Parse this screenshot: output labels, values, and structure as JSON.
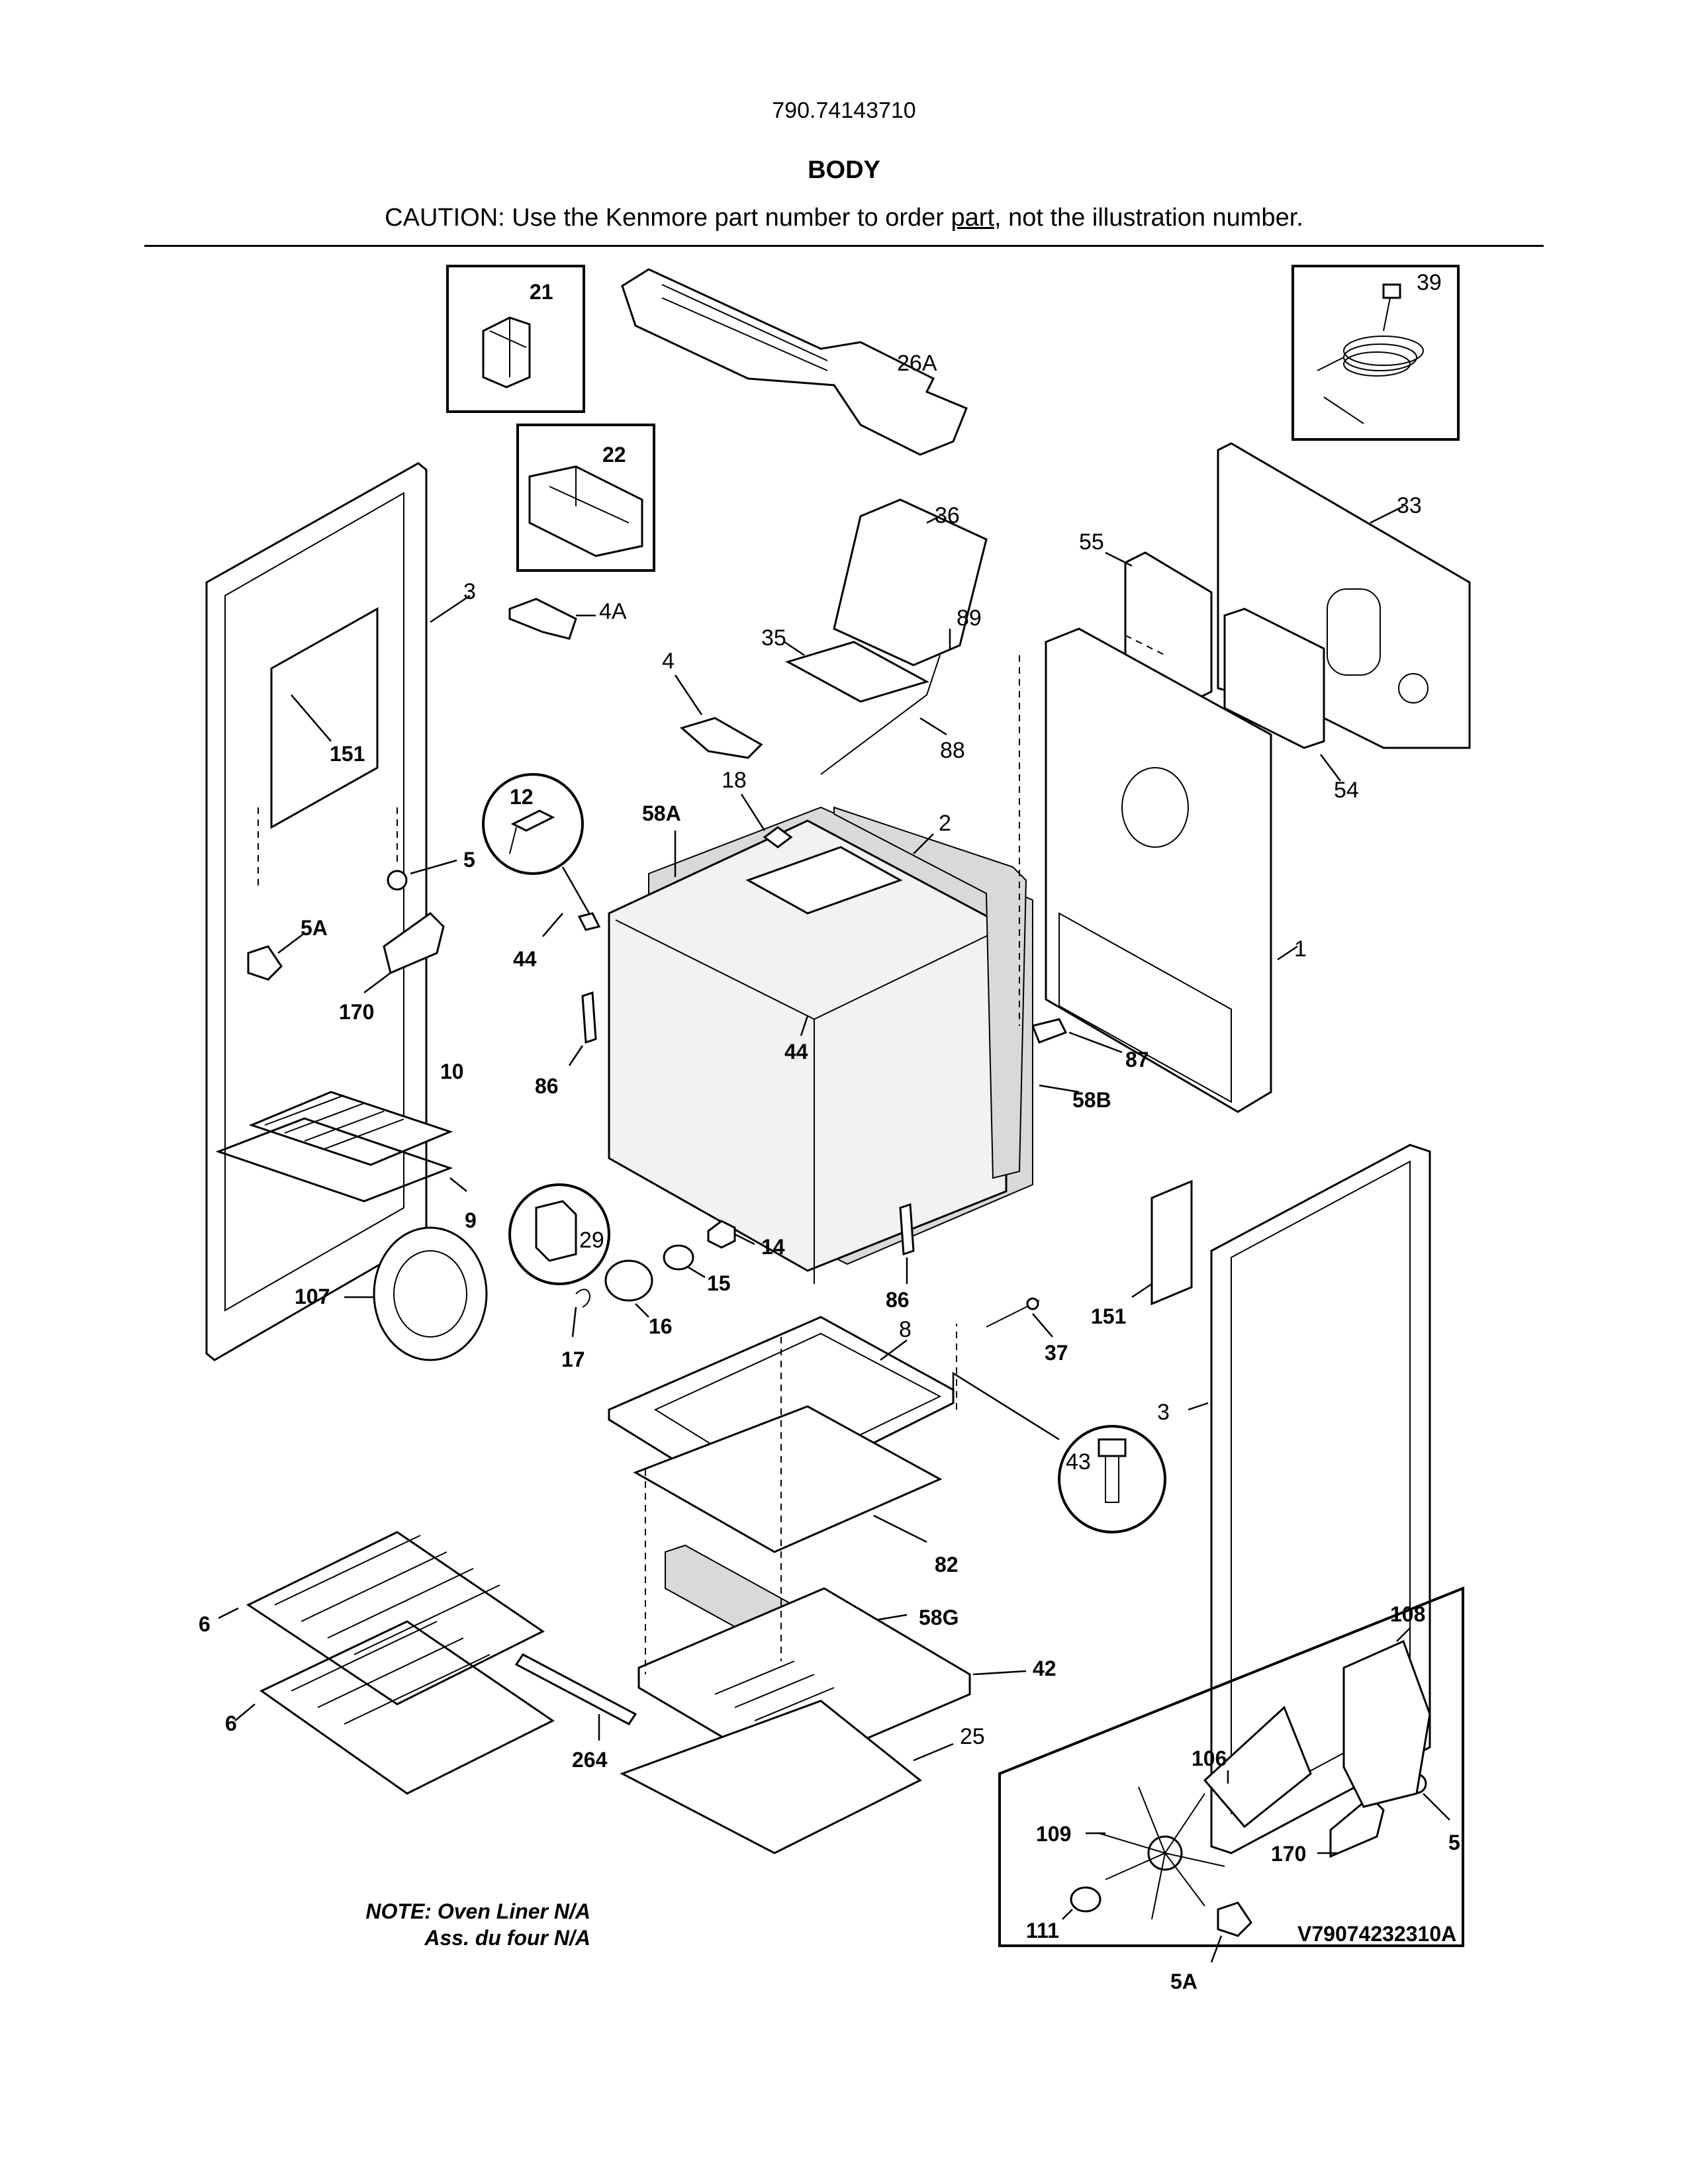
{
  "header": {
    "model_number": "790.74143710",
    "section_title": "BODY",
    "caution_prefix": "CAUTION: Use the Kenmore part number to order ",
    "caution_link": "part",
    "caution_suffix": ", not the illustration number."
  },
  "callouts": {
    "c1": "1",
    "c2": "2",
    "c3a": "3",
    "c3b": "3",
    "c4": "4",
    "c4a": "4A",
    "c5a": "5",
    "c5b": "5",
    "c5aa": "5A",
    "c5ab": "5A",
    "c6a": "6",
    "c6b": "6",
    "c8": "8",
    "c9": "9",
    "c10": "10",
    "c12": "12",
    "c14": "14",
    "c15": "15",
    "c16": "16",
    "c17": "17",
    "c18": "18",
    "c21": "21",
    "c22": "22",
    "c25": "25",
    "c26a": "26A",
    "c29": "29",
    "c33": "33",
    "c35": "35",
    "c36": "36",
    "c37": "37",
    "c39": "39",
    "c42": "42",
    "c43": "43",
    "c44a": "44",
    "c44b": "44",
    "c54": "54",
    "c55": "55",
    "c58a": "58A",
    "c58b": "58B",
    "c58g": "58G",
    "c82": "82",
    "c86a": "86",
    "c86b": "86",
    "c87": "87",
    "c88": "88",
    "c89": "89",
    "c106": "106",
    "c107": "107",
    "c108": "108",
    "c109": "109",
    "c111": "111",
    "c151a": "151",
    "c151b": "151",
    "c170a": "170",
    "c170b": "170",
    "c264": "264"
  },
  "note": {
    "line1": "NOTE: Oven Liner N/A",
    "line2": "Ass. du four N/A"
  },
  "diagram_code": "V79074232310A"
}
